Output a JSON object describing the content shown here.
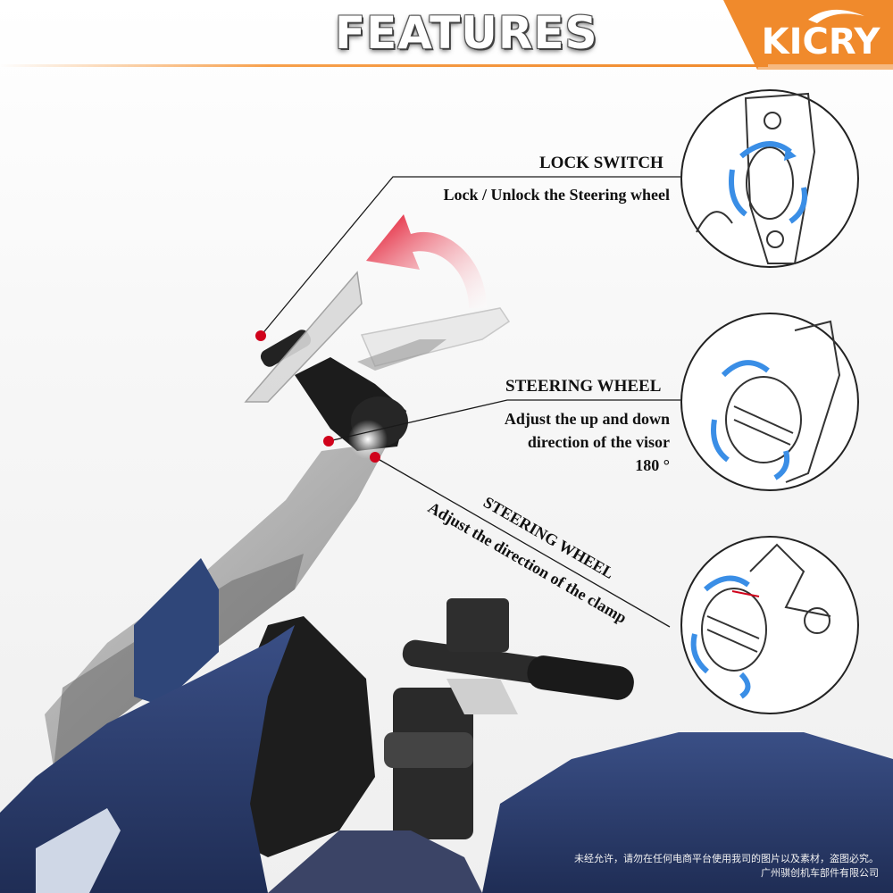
{
  "header": {
    "title": "FEATURES",
    "brand": "KICRY"
  },
  "callouts": [
    {
      "title": "LOCK SWITCH",
      "description": "Lock / Unlock the Steering wheel"
    },
    {
      "title": "STEERING WHEEL",
      "description_lines": [
        "Adjust the up and down",
        "direction of the visor",
        "180 °"
      ]
    },
    {
      "title": "STEERING WHEEL",
      "description": "Adjust the direction of the clamp"
    }
  ],
  "footer": {
    "line1": "未经允许，请勿在任何电商平台使用我司的图片以及素材，盗图必究。",
    "line2": "广州骐创机车部件有限公司"
  },
  "colors": {
    "accent_orange": "#f08a2c",
    "marker_red": "#d0021b",
    "arrow_blue": "#3a8ee6",
    "motorcycle_blue": "#2c3f70"
  }
}
